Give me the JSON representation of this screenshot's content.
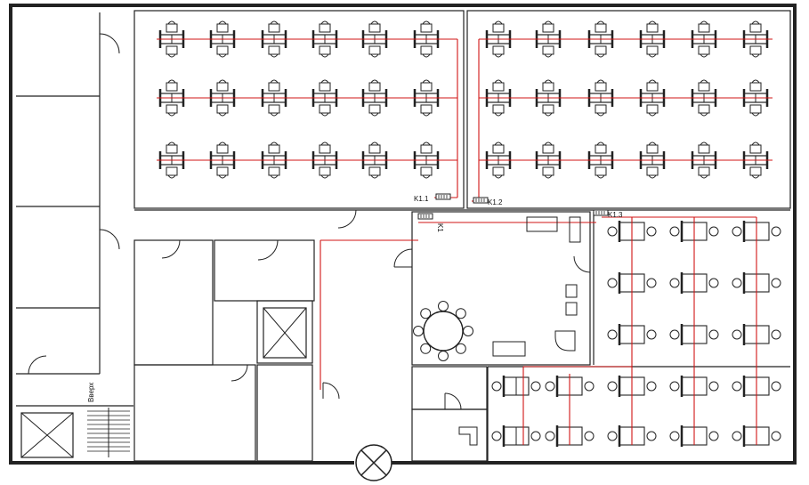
{
  "labels": {
    "k11": "K1.1",
    "k12": "K1.2",
    "k13": "K1.3",
    "k1": "K1",
    "stairs": "Вверх"
  },
  "colors": {
    "walls": "#222222",
    "cable": "#d21414",
    "background": "#ffffff"
  },
  "icons": {
    "workstation": "desk-with-chair-icon",
    "patch_panel": "network-switch-icon",
    "elevator": "elevator-cross-icon",
    "light": "light-fixture-icon",
    "table": "round-table-icon"
  }
}
